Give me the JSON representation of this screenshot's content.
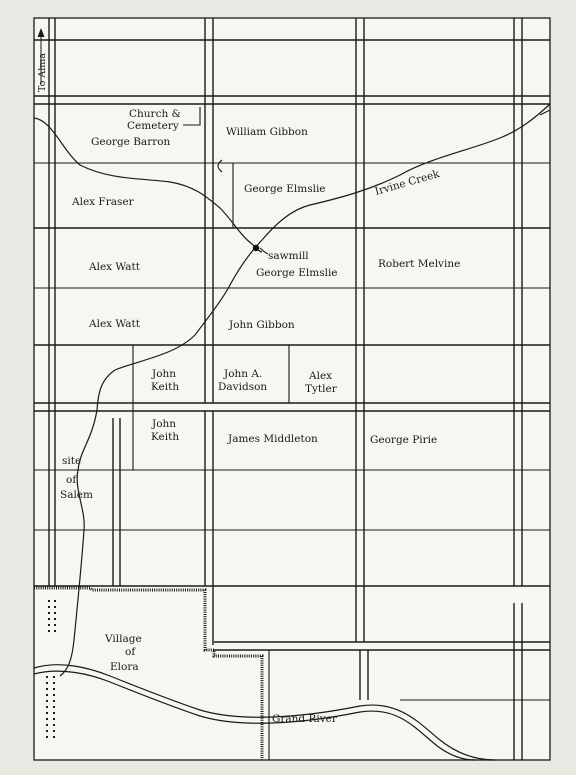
{
  "map": {
    "direction_label": "To Alma",
    "labels": {
      "church": [
        "Church &",
        "Cemetery"
      ],
      "william_gibbon": "William Gibbon",
      "george_barron": "George Barron",
      "george_elmslie_1": "George Elmslie",
      "irvine_creek": "Irvine Creek",
      "alex_fraser": "Alex Fraser",
      "sawmill": "sawmill",
      "alex_watt_1": "Alex Watt",
      "george_elmslie_2": "George Elmslie",
      "robert_melvine": "Robert Melvine",
      "alex_watt_2": "Alex Watt",
      "john_gibbon": "John Gibbon",
      "john_keith_1": [
        "John",
        "Keith"
      ],
      "john_a_davidson": [
        "John A.",
        "Davidson"
      ],
      "alex_tytler": [
        "Alex",
        "Tytler"
      ],
      "john_keith_2": [
        "John",
        "Keith"
      ],
      "james_middleton": "James Middleton",
      "george_pirie": "George Pirie",
      "salem": [
        "site",
        "of",
        "Salem"
      ],
      "elora": [
        "Village",
        "of",
        "Elora"
      ],
      "grand_river": "Grand River"
    }
  }
}
